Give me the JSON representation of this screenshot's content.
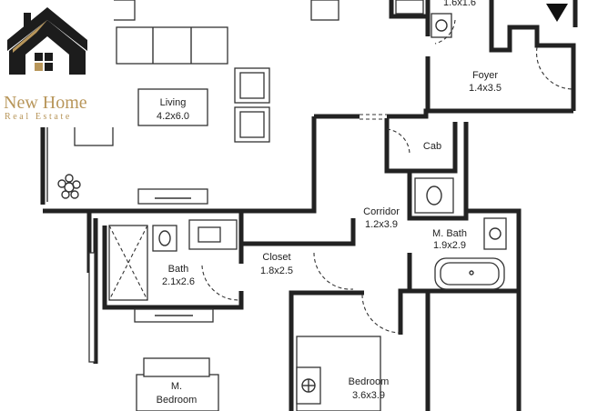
{
  "logo": {
    "name": "New Home",
    "tagline": "Real Estate",
    "colors": {
      "dark": "#1c1c1c",
      "gold": "#b8965a"
    }
  },
  "rooms": {
    "top": {
      "dims": "1.6x1.6"
    },
    "living": {
      "name": "Living",
      "dims": "4.2x6.0"
    },
    "foyer": {
      "name": "Foyer",
      "dims": "1.4x3.5"
    },
    "cab": {
      "name": "Cab"
    },
    "corridor": {
      "name": "Corridor",
      "dims": "1.2x3.9"
    },
    "mbath": {
      "name": "M. Bath",
      "dims": "1.9x2.9"
    },
    "closet": {
      "name": "Closet",
      "dims": "1.8x2.5"
    },
    "bath": {
      "name": "Bath",
      "dims": "2.1x2.6"
    },
    "mbedroom": {
      "name": "M.",
      "name2": "Bedroom"
    },
    "bedroom": {
      "name": "Bedroom",
      "dims": "3.6x3.9"
    }
  },
  "icons": [
    "north-arrow-icon",
    "plant-icon",
    "logo-house-icon"
  ]
}
